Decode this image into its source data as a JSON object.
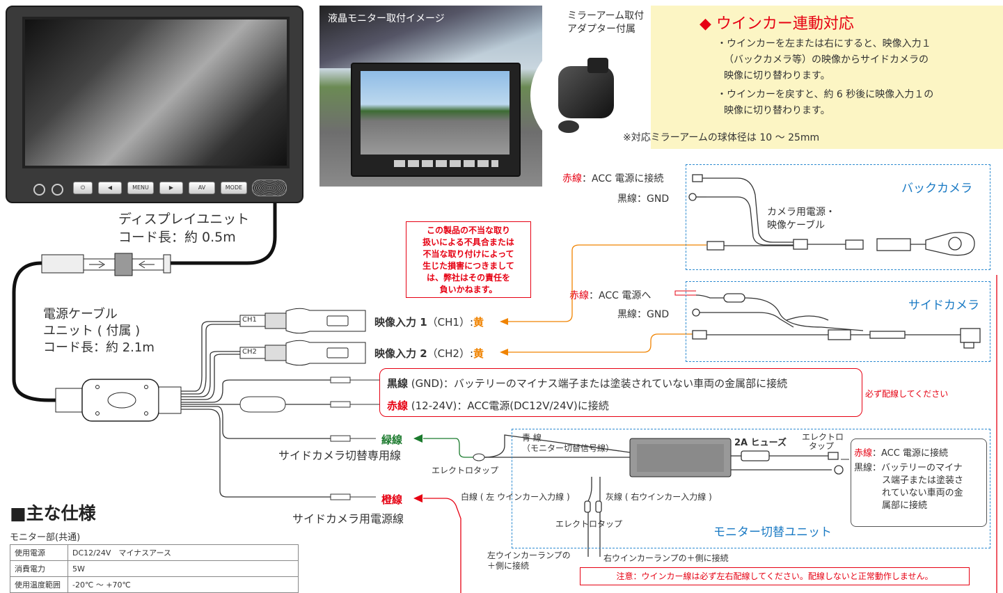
{
  "photo": {
    "caption": "液晶モニター取付イメージ"
  },
  "adapter": {
    "line1": "ミラーアーム取付",
    "line2": "アダプター付属",
    "note": "※対応ミラーアームの球体径は 10 〜 25mm"
  },
  "feature": {
    "title": "◆ ウインカー連動対応",
    "bullet1_l1": "・ウインカーを左または右にすると、映像入力１",
    "bullet1_l2": "（バックカメラ等）の映像からサイドカメラの",
    "bullet1_l3": "映像に切り替わります。",
    "bullet2_l1": "・ウインカーを戻すと、約 6 秒後に映像入力１の",
    "bullet2_l2": "映像に切り替わります。"
  },
  "monitor": {
    "buttons": [
      "⏻",
      "◀",
      "MENU",
      "▶",
      "AV",
      "MODE"
    ]
  },
  "display_unit": {
    "line1": "ディスプレイユニット",
    "line2": "コード長：約 0.5m"
  },
  "power_unit": {
    "line1": "電源ケーブル",
    "line2": "ユニット ( 付属 )",
    "line3": "コード長：約 2.1m"
  },
  "disclaimer": {
    "l1": "この製品の不当な取り",
    "l2": "扱いによる不具合または",
    "l3": "不当な取り付けによって",
    "l4": "生じた損害につきまして",
    "l5": "は、弊社はその責任を",
    "l6": "負いかねます。"
  },
  "back_camera": {
    "title": "バックカメラ",
    "red": "赤線",
    "red_text": "：ACC 電源に接続",
    "black": "黒線：GND",
    "cable_l1": "カメラ用電源・",
    "cable_l2": "映像ケーブル"
  },
  "side_camera": {
    "title": "サイドカメラ",
    "red": "赤線",
    "red_text": "：ACC 電源へ",
    "black": "黒線：GND"
  },
  "video": {
    "ch1_tag": "CH1",
    "ch2_tag": "CH2",
    "in1_bold": "映像入力 1",
    "in1_ch": "（CH1）:",
    "in1_color": "黄",
    "in2_bold": "映像入力 2",
    "in2_ch": "（CH2）:",
    "in2_color": "黄"
  },
  "power_box": {
    "black_bold": "黒線",
    "black_text": " (GND)：バッテリーのマイナス端子または塗装されていない車両の金属部に接続",
    "red_bold": "赤線",
    "red_text": " (12-24V)：ACC電源(DC12V/24V)に接続",
    "must": "必ず配線してください"
  },
  "green_wire": {
    "label": "緑線",
    "desc": "サイドカメラ切替専用線"
  },
  "orange_wire": {
    "label": "橙線",
    "desc": "サイドカメラ用電源線"
  },
  "switch_unit": {
    "title": "モニター切替ユニット",
    "blue_l1": "青 線",
    "blue_l2": "（モニター切替信号線）",
    "fuse": "2A ヒューズ",
    "tap_l1": "エレクトロ",
    "tap_l2": "タップ",
    "tap_left": "エレクトロタップ",
    "white": "白線 ( 左 ウインカー入力線 )",
    "gray": "灰線 ( 右ウインカー入力線 )",
    "tap_bottom": "エレクトロタップ",
    "red": "赤線",
    "red_text": "：ACC 電源に接続",
    "black_l1": "黒線：バッテリーのマイナ",
    "black_l2": "ス端子または塗装さ",
    "black_l3": "れていない車両の金",
    "black_l4": "属部に接続",
    "left_lamp_l1": "左ウインカーランプの",
    "left_lamp_l2": "＋側に接続",
    "right_lamp": "右ウインカーランプの＋側に接続",
    "caution": "注意：ウインカー線は必ず左右配線してください。配線しないと正常動作しません。"
  },
  "spec": {
    "heading": "■主な仕様",
    "sub": "モニター部(共通)",
    "rows": [
      {
        "k": "使用電源",
        "v": "DC12/24V　マイナスアース"
      },
      {
        "k": "消費電力",
        "v": "5W"
      },
      {
        "k": "使用温度範囲",
        "v": "-20℃ 〜 +70℃"
      }
    ]
  }
}
